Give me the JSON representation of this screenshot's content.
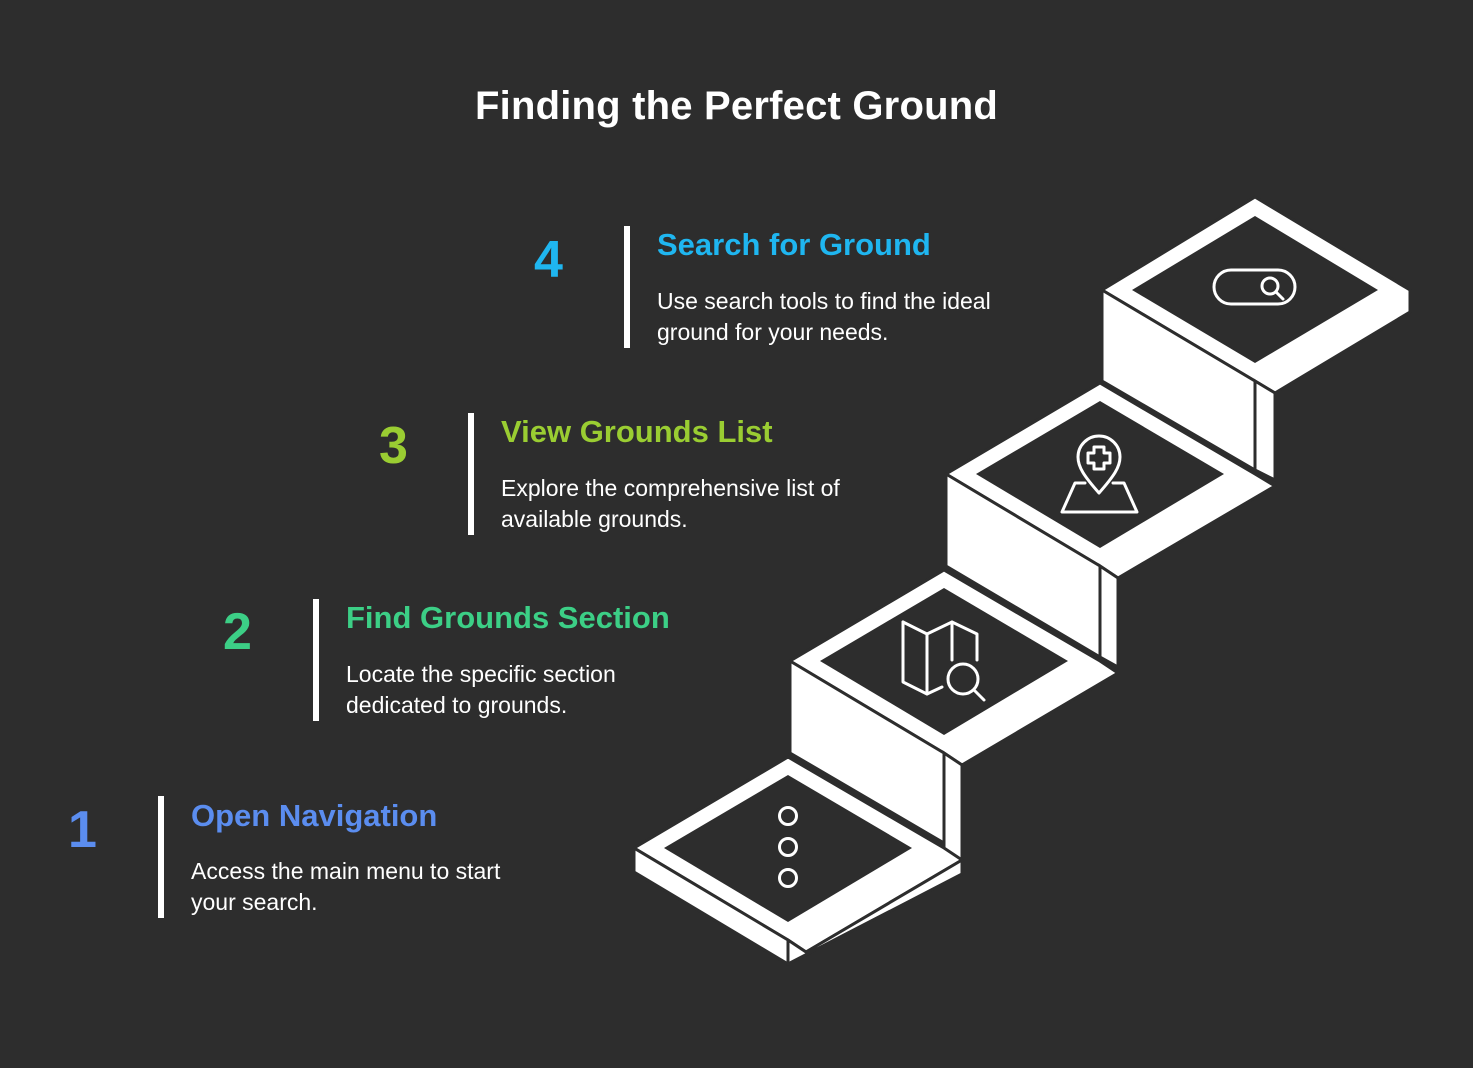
{
  "title": "Finding the Perfect Ground",
  "colors": {
    "background": "#2d2d2d",
    "step1": "#5b8def",
    "step2": "#3ccf86",
    "step3": "#9acd32",
    "step4": "#1fb6f0"
  },
  "steps": [
    {
      "number": "1",
      "heading": "Open Navigation",
      "line1": "Access the main menu to start",
      "line2": "your search.",
      "icon": "three-dots-vertical-icon"
    },
    {
      "number": "2",
      "heading": "Find Grounds Section",
      "line1": "Locate the specific section",
      "line2": "dedicated to grounds.",
      "icon": "map-search-icon"
    },
    {
      "number": "3",
      "heading": "View Grounds List",
      "line1": "Explore the comprehensive list of",
      "line2": "available grounds.",
      "icon": "map-pin-plus-icon"
    },
    {
      "number": "4",
      "heading": "Search for Ground",
      "line1": "Use search tools to find the ideal",
      "line2": "ground for your needs.",
      "icon": "search-bar-icon"
    }
  ]
}
